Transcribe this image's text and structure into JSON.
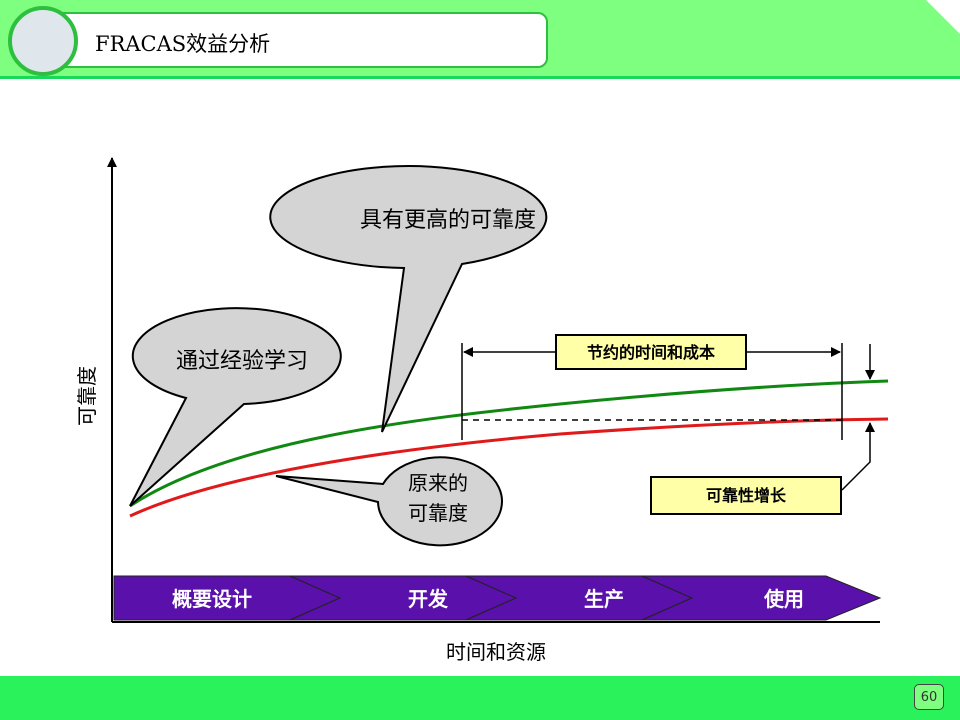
{
  "header": {
    "title": "FRACAS效益分析"
  },
  "page_number": "60",
  "diagram": {
    "y_axis_label": "可靠度",
    "x_axis_label": "时间和资源",
    "phases": [
      "概要设计",
      "开发",
      "生产",
      "使用"
    ],
    "callouts": {
      "higher_reliability": "具有更高的可靠度",
      "learning": "通过经验学习",
      "original_line1": "原来的",
      "original_line2": "可靠度"
    },
    "boxes": {
      "time_cost_saved": "节约的时间和成本",
      "reliability_growth": "可靠性增长"
    },
    "colors": {
      "improved_curve": "#118811",
      "original_curve": "#e01a1a",
      "phase_band": "#5a10aa",
      "label_box": "#ffffa8",
      "callout": "#d4d4d4"
    }
  }
}
